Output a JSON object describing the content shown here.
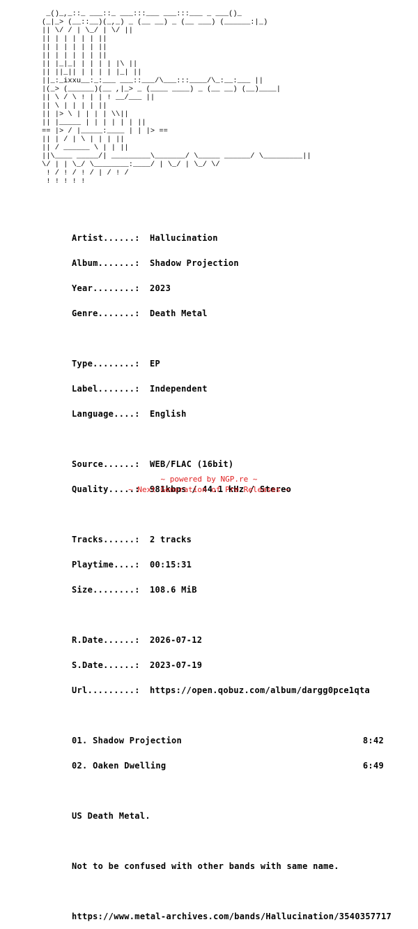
{
  "ascii_logo": " _()_,_::_ ___::_ ___:::___ ___:::___ _ ___()_\n(_|_> (__::__)(_,_) _ (__ __) _ (__ ___) (______:|_)\n|| \\/ / | \\_/ | \\/ ||\n|| | | | | | ||\n|| | | | | | ||\n|| | | | | | ||\n|| |_|_| | | | | |\\ ||\n|| ||_|| | | | | |_| ||\n||_:_ixxu__:_:___ ___::___/\\___:::____/\\_:__:___ ||\n|(_> (______)(__ ,|_> _ (____ ____) _ (__ __) (__)____|\n|| \\ / \\ ! | | ! __/___ ||\n|| \\ | | | | ||\n|| |> \\ | | | | \\\\||\n|| |_____ | | | | | | ||\n== |> / |_____:____ | | |> ==\n|| | / | \\ | | | ||\n|| / ______ \\ | | ||\n||\\____ _____/| _________\\_______/ \\_____ ______/ \\_________||\n\\/ | | \\_/ \\________:____/ | \\_/ | \\_/ \\/\n ! / ! / ! / | / ! / \n ! ! ! ! ! ",
  "release": {
    "artist_label": "Artist......:",
    "artist": "Hallucination",
    "album_label": "Album.......:",
    "album": "Shadow Projection",
    "year_label": "Year........:",
    "year": "2023",
    "genre_label": "Genre.......:",
    "genre": "Death Metal",
    "type_label": "Type........:",
    "type": "EP",
    "label_label": "Label.......:",
    "label": "Independent",
    "language_label": "Language....:",
    "language": "English",
    "source_label": "Source......:",
    "source": "WEB/FLAC (16bit)",
    "quality_label": "Quality.....:",
    "quality": "981kbps / 44.1 kHz / Stereo",
    "tracks_label": "Tracks......:",
    "tracks": "2 tracks",
    "playtime_label": "Playtime....:",
    "playtime": "00:15:31",
    "size_label": "Size........:",
    "size": "108.6 MiB",
    "rdate_label": "R.Date......:",
    "rdate": "2026-07-12",
    "sdate_label": "S.Date......:",
    "sdate": "2023-07-19",
    "url_label": "Url.........:",
    "url": "https://open.qobuz.com/album/dargg0pce1qta"
  },
  "tracklist": [
    {
      "title": "01. Shadow Projection",
      "time": "8:42"
    },
    {
      "title": "02. Oaken Dwelling",
      "time": "6:49"
    }
  ],
  "notes": {
    "line1": "US Death Metal.",
    "line2": "Not to be confused with other bands with same name.",
    "link": "https://www.metal-archives.com/bands/Hallucination/3540357717"
  },
  "footer": {
    "line1": "~ powered by NGP.re ~",
    "line2": "~ Next Generation of Pre Releases ~"
  },
  "colors": {
    "text": "#000000",
    "footer": "#e02020",
    "background": "#ffffff"
  }
}
